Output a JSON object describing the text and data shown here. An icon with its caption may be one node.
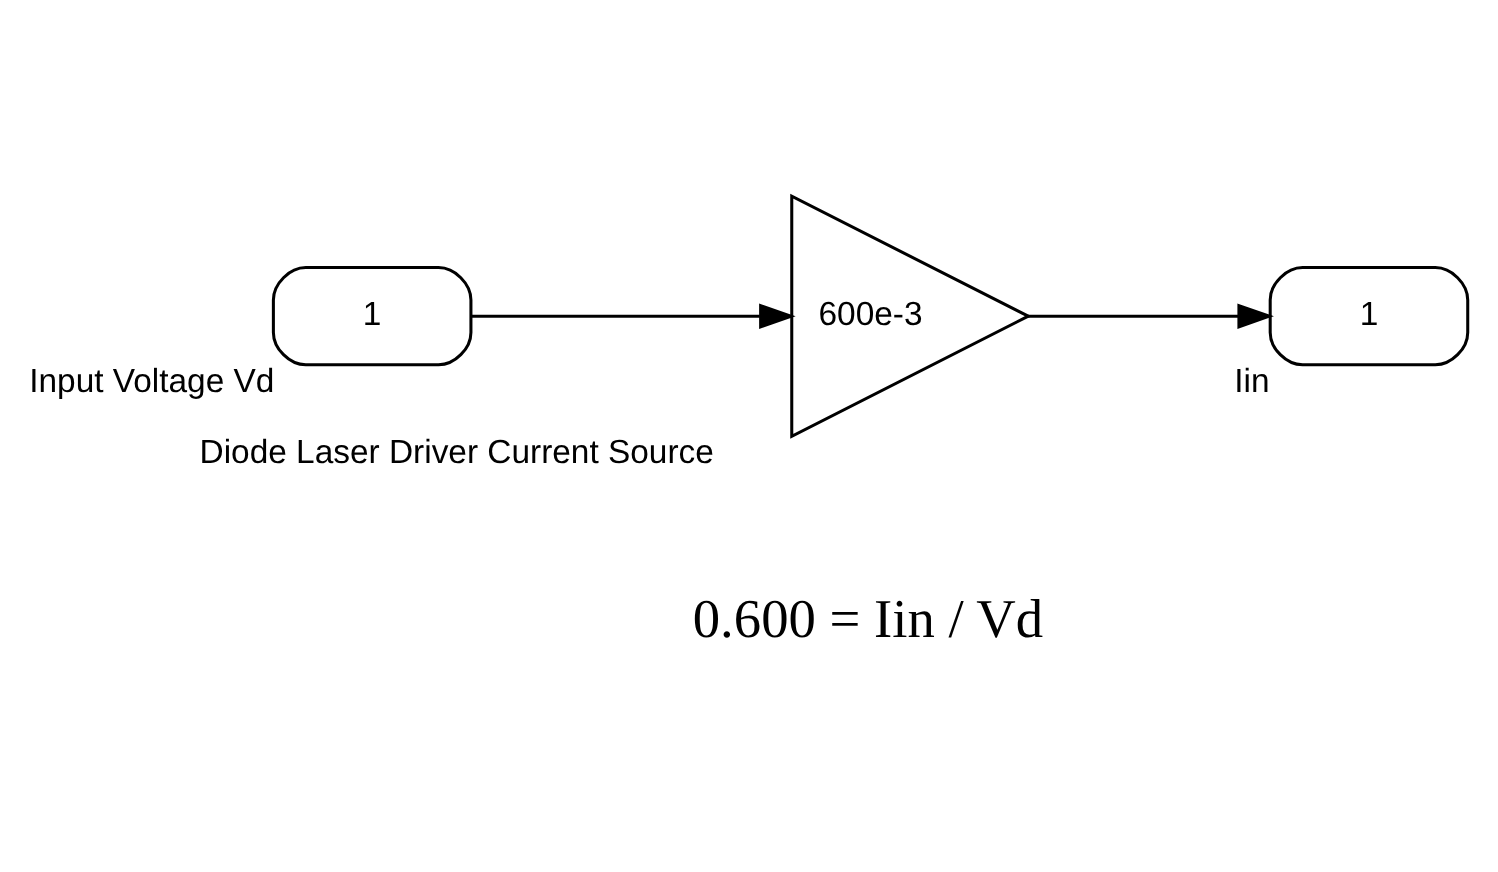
{
  "diagram": {
    "nodes": [
      {
        "text": [
          "1"
        ],
        "beside": [
          "Input Voltage Vd"
        ]
      },
      {
        "text": [
          "600e-3"
        ],
        "beside": [
          "Diode Laser Driver Current Source"
        ]
      },
      {
        "text": [
          "1"
        ],
        "beside": [
          "Iin"
        ]
      }
    ],
    "edges": [
      {
        "from": 0,
        "to": 1,
        "arrow": "to"
      },
      {
        "from": 1,
        "to": 2,
        "arrow": "to"
      }
    ],
    "labels": [
      "0.600 = Iin / Vd"
    ]
  }
}
